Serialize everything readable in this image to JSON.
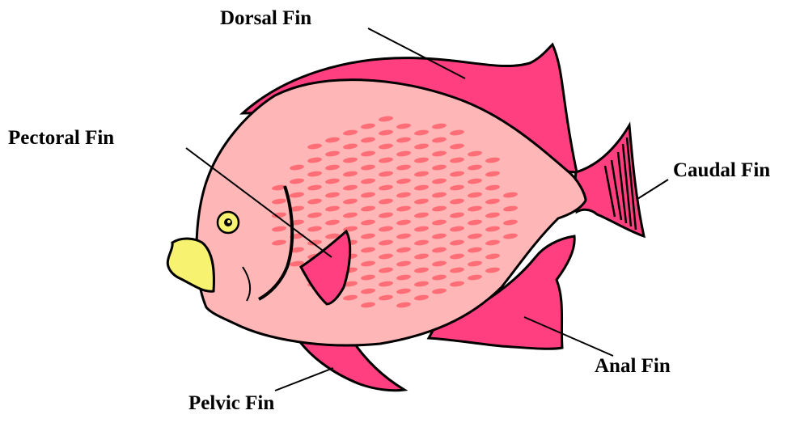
{
  "colors": {
    "body": "#ffb6b6",
    "fins": "#ff3f7f",
    "spots": "#ff6e77",
    "lips": "#f7f270",
    "outline": "#000000"
  },
  "labels": {
    "dorsal_fin": "Dorsal Fin",
    "pectoral_fin": "Pectoral Fin",
    "caudal_fin": "Caudal Fin",
    "anal_fin": "Anal Fin",
    "pelvic_fin": "Pelvic Fin"
  }
}
